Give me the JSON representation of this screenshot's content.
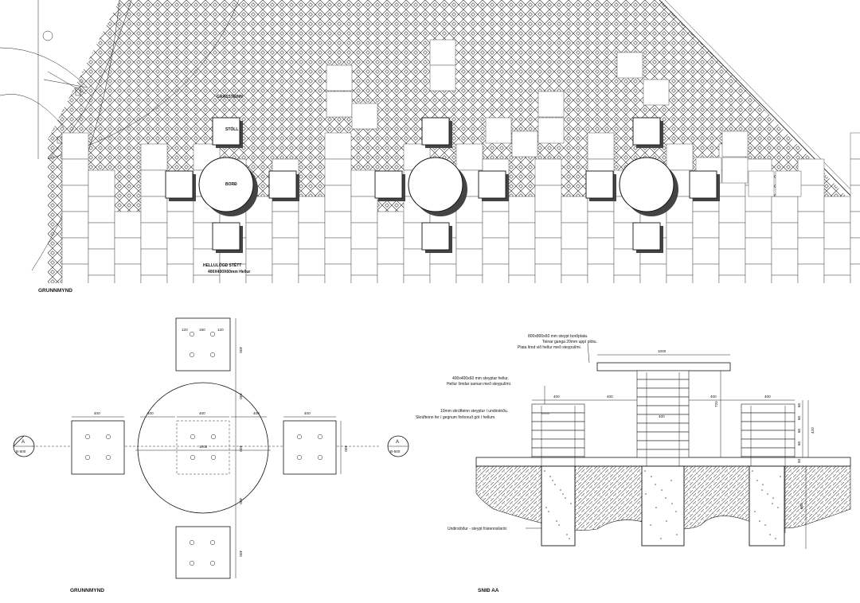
{
  "plan": {
    "label_grassteinn": "GRASSTEINN",
    "label_stoll": "STÓLL",
    "label_bord": "BORÐ",
    "label_paving": "HELLULÖGÐ STÉTT",
    "label_paving_spec": "400X400X60mm Hellur",
    "title": "GRUNNMYND"
  },
  "detail_plan": {
    "title": "GRUNNMYND",
    "dims": {
      "d400": "400",
      "d1000": "1000",
      "d120": "120",
      "d160": "160"
    },
    "section_marker": {
      "letter": "A",
      "ref": "B-500"
    }
  },
  "section": {
    "title": "SNIÐ AA",
    "note_top_1": "800x800x60 mm steypt borðplata.",
    "note_top_2": "Teinar ganga 20mm uppí plötu.",
    "note_top_3": "Plata límd við hellur með steypulími.",
    "note_pav_1": "400x400x60 mm steyptar hellur.",
    "note_pav_2": "Hellur límdar saman með steypulími.",
    "note_rod_1": "10mm skrúfteinn steyptur í undirstöðu.",
    "note_rod_2": "Skrúfteinn fer í gegnum forboruð göt í hellum.",
    "note_found": "Undirstöður - steypt frárennslisrör.",
    "dims": {
      "d1000": "1000",
      "d400": "400",
      "d720": "720",
      "d60": "60",
      "d420": "420",
      "d50": "50",
      "d800": "800"
    }
  }
}
